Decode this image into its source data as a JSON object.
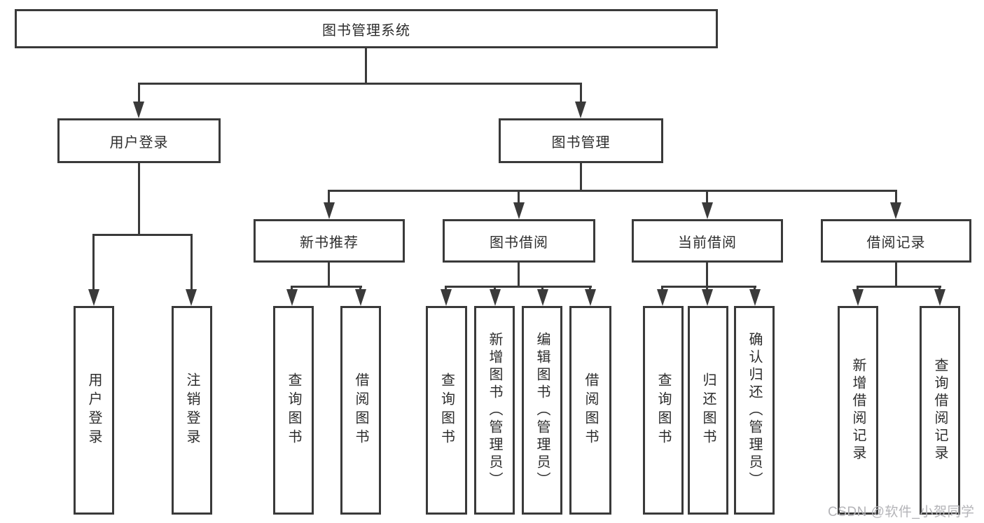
{
  "diagram": {
    "type": "hierarchy-tree",
    "title": "图书管理系统"
  },
  "tree": {
    "root": {
      "label": "图书管理系统",
      "children": [
        {
          "label": "用户登录",
          "children": [
            {
              "label": "用户登录"
            },
            {
              "label": "注销登录"
            }
          ]
        },
        {
          "label": "图书管理",
          "children": [
            {
              "label": "新书推荐",
              "children": [
                {
                  "label": "查询图书"
                },
                {
                  "label": "借阅图书"
                }
              ]
            },
            {
              "label": "图书借阅",
              "children": [
                {
                  "label": "查询图书"
                },
                {
                  "label": "新增图书（管理员）"
                },
                {
                  "label": "编辑图书（管理员）"
                },
                {
                  "label": "借阅图书"
                }
              ]
            },
            {
              "label": "当前借阅",
              "children": [
                {
                  "label": "查询图书"
                },
                {
                  "label": "归还图书"
                },
                {
                  "label": "确认归还（管理员）"
                }
              ]
            },
            {
              "label": "借阅记录",
              "children": [
                {
                  "label": "新增借阅记录"
                },
                {
                  "label": "查询借阅记录"
                }
              ]
            }
          ]
        }
      ]
    }
  },
  "watermark": {
    "text": "CSDN @软件_小贺同学"
  },
  "colors": {
    "line": "#3a3a3a",
    "text": "#2d2d2d",
    "watermark": "#b4b4b8",
    "background": "#ffffff"
  }
}
